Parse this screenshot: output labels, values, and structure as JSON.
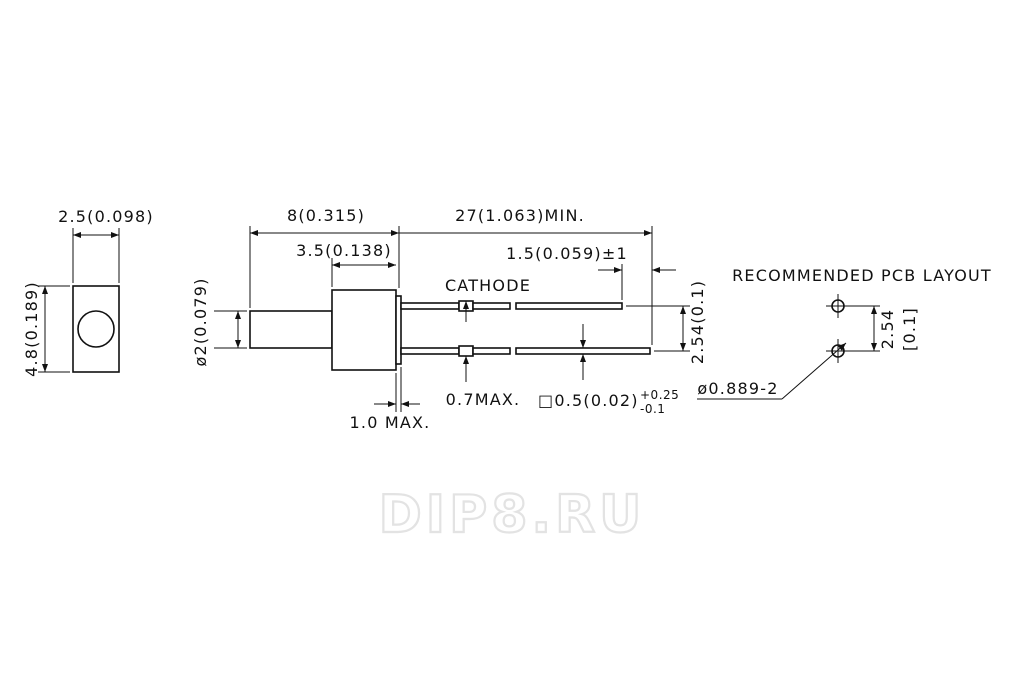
{
  "dimensions": {
    "top_width": "2.5(0.098)",
    "side_height": "4.8(0.189)",
    "overall_length": "8(0.315)",
    "body_length": "3.5(0.138)",
    "lead_length": "27(1.063)MIN.",
    "lead_offset": "1.5(0.059)±1",
    "lens_diameter": "ø2(0.079)",
    "lead_pitch": "2.54(0.1)",
    "flange": "1.0  MAX.",
    "lead_bulge": "0.7MAX.",
    "lead_square_prefix": "□",
    "lead_square": "0.5(0.02)",
    "lead_tol_plus": "+0.25",
    "lead_tol_minus": "-0.1",
    "hole_diameter": "ø0.889-2"
  },
  "labels": {
    "cathode": "CATHODE",
    "pcb_title": "RECOMMENDED PCB LAYOUT",
    "pcb_pitch": "2.54",
    "pcb_pitch_in": "[0.1]"
  },
  "watermark": "DIP8.RU",
  "colors": {
    "line": "#111111",
    "watermark_outline": "#e3e3e3",
    "background": "#ffffff"
  }
}
